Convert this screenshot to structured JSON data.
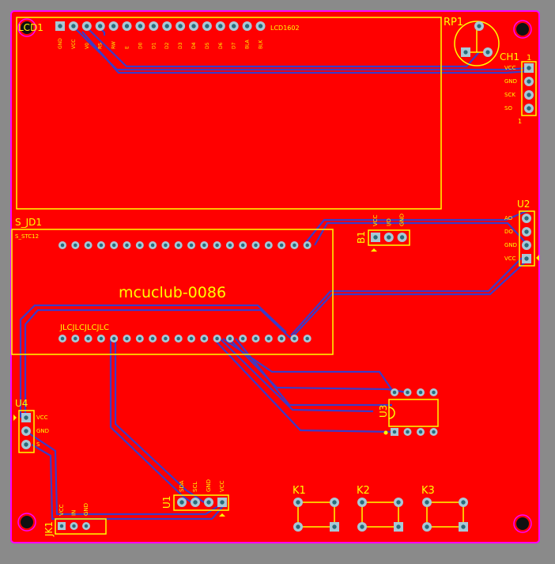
{
  "colors": {
    "background": "#8a8a8a",
    "copper": "#ff0000",
    "outline": "#ff00ff",
    "silkscreen": "#ffff00",
    "trace": "#3b3bc8",
    "pad": "#a7c8d6",
    "hole": "#2a6a7a"
  },
  "board": {
    "title": "mcuclub-0086"
  },
  "components": {
    "lcd": {
      "designator": "LCD1",
      "part": "LCD1602",
      "pins": [
        "GND",
        "VCC",
        "V0",
        "RS",
        "RW",
        "E",
        "D0",
        "D1",
        "D2",
        "D3",
        "D4",
        "D5",
        "D6",
        "D7",
        "BLA",
        "BLK"
      ]
    },
    "rp1": {
      "designator": "RP1"
    },
    "ch1": {
      "designator": "CH1",
      "pins": [
        "VCC",
        "GND",
        "SCK",
        "SO"
      ]
    },
    "mcu": {
      "designator": "S_JD1",
      "part": "S_STC12",
      "bottom_text": "JLCJLCJLCJLC"
    },
    "b1": {
      "designator": "B1",
      "pins": [
        "VCC",
        "I/O",
        "GND"
      ]
    },
    "u2": {
      "designator": "U2",
      "pins": [
        "AO",
        "DO",
        "GND",
        "VCC"
      ]
    },
    "u3": {
      "designator": "U3"
    },
    "u4": {
      "designator": "U4",
      "pins": [
        "VCC",
        "GND",
        "S"
      ]
    },
    "u1": {
      "designator": "U1",
      "pins": [
        "VCC",
        "GND",
        "SCL",
        "SDA"
      ]
    },
    "jk1": {
      "designator": "JK1",
      "pins": [
        "VCC",
        "IN",
        "GND"
      ]
    },
    "k1": {
      "designator": "K1"
    },
    "k2": {
      "designator": "K2"
    },
    "k3": {
      "designator": "K3"
    }
  }
}
